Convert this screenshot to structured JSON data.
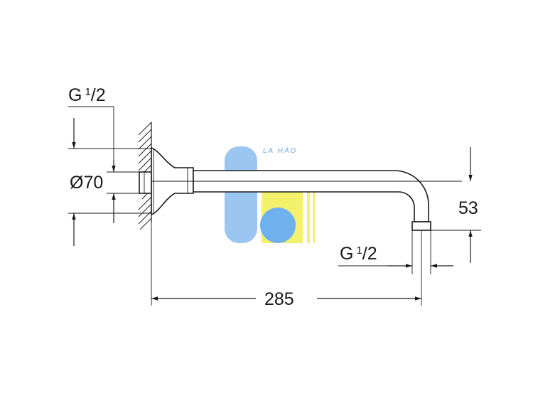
{
  "labels": {
    "thread_top_prefix": "G",
    "thread_top_num": "1",
    "thread_top_den": "/2",
    "diameter": "Ø70",
    "thread_bottom_prefix": "G",
    "thread_bottom_num": "1",
    "thread_bottom_den": "/2",
    "height": "53",
    "length": "285"
  },
  "watermark": {
    "text": "LA HÀO",
    "colors": {
      "blue": "#9cc6f2",
      "yellow": "#f3f06a"
    }
  }
}
